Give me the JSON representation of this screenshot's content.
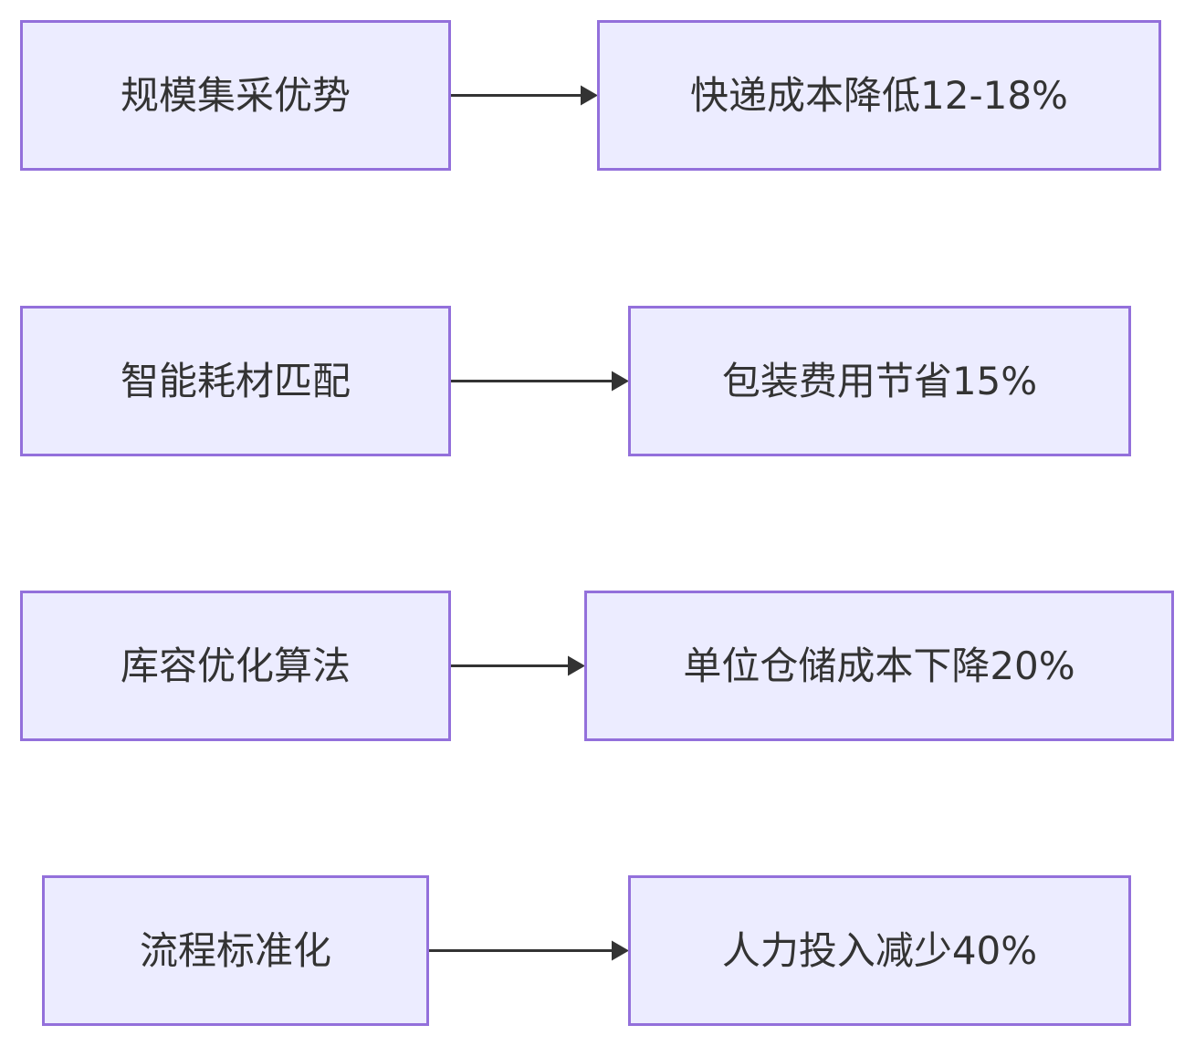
{
  "flow": {
    "rows": [
      {
        "source": "规模集采优势",
        "target": "快递成本降低12-18%"
      },
      {
        "source": "智能耗材匹配",
        "target": "包装费用节省15%"
      },
      {
        "source": "库容优化算法",
        "target": "单位仓储成本下降20%"
      },
      {
        "source": "流程标准化",
        "target": "人力投入减少40%"
      }
    ]
  },
  "colors": {
    "node_fill": "#ECECFF",
    "node_stroke": "#9370DB",
    "edge": "#333333",
    "text": "#333333"
  }
}
